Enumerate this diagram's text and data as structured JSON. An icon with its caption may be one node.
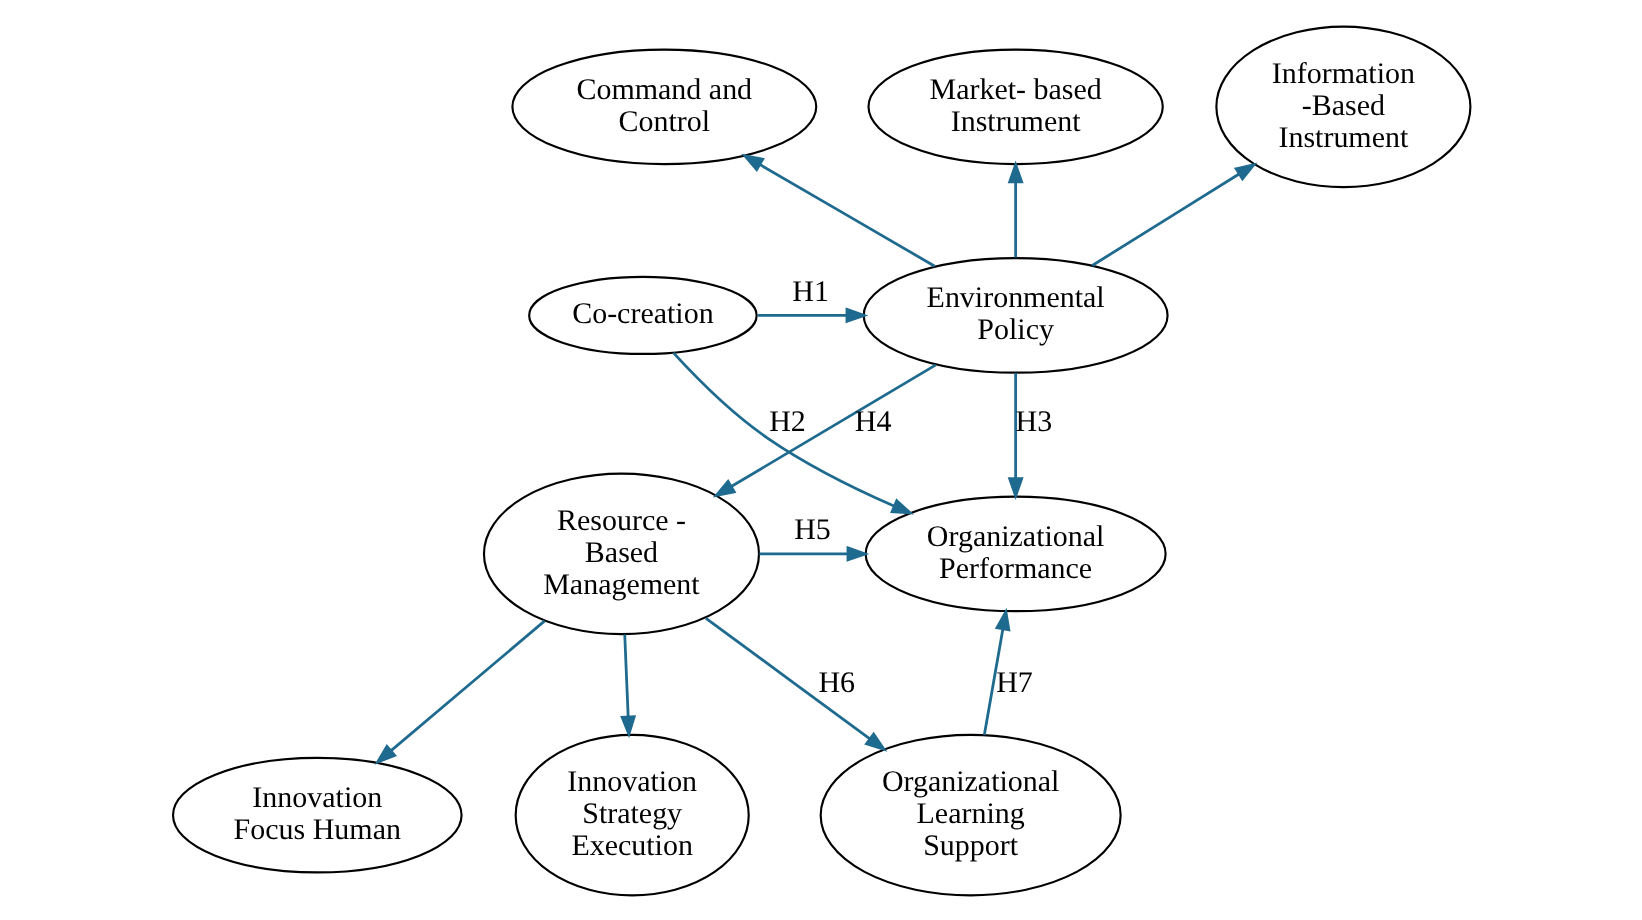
{
  "diagram": {
    "nodes": [
      {
        "text": [
          "Command and Control"
        ]
      },
      {
        "text": [
          "Market- based Instrument"
        ]
      },
      {
        "text": [
          "Information -Based Instrument"
        ]
      },
      {
        "text": [
          "Environmental Policy"
        ]
      },
      {
        "text": [
          "Co-creation"
        ]
      },
      {
        "text": [
          "Innovation Strategy Execution"
        ]
      },
      {
        "text": [
          "Resource - Based Management"
        ]
      },
      {
        "text": [
          "Innovation Focus Human"
        ]
      },
      {
        "text": [
          "Organizational Performance"
        ]
      },
      {
        "text": [
          "Organizational Learning Support"
        ]
      }
    ],
    "edges": [
      {
        "from": 3,
        "to": 0,
        "arrow": "to"
      },
      {
        "from": 3,
        "to": 1,
        "arrow": "to"
      },
      {
        "from": 3,
        "to": 2,
        "arrow": "to"
      },
      {
        "from": 4,
        "to": 3,
        "arrow": "to",
        "label": "H1"
      },
      {
        "from": 4,
        "to": 8,
        "arrow": "to",
        "label": "H2"
      },
      {
        "from": 3,
        "to": 8,
        "arrow": "to",
        "label": "H3"
      },
      {
        "from": 3,
        "to": 6,
        "arrow": "to",
        "label": "H4"
      },
      {
        "from": 6,
        "to": 5,
        "arrow": "to"
      },
      {
        "from": 6,
        "to": 7,
        "arrow": "to"
      },
      {
        "from": 6,
        "to": 8,
        "arrow": "to",
        "label": "H5"
      },
      {
        "from": 6,
        "to": 9,
        "arrow": "to",
        "label": "H6"
      },
      {
        "from": 9,
        "to": 8,
        "arrow": "to",
        "label": "H7"
      }
    ]
  }
}
